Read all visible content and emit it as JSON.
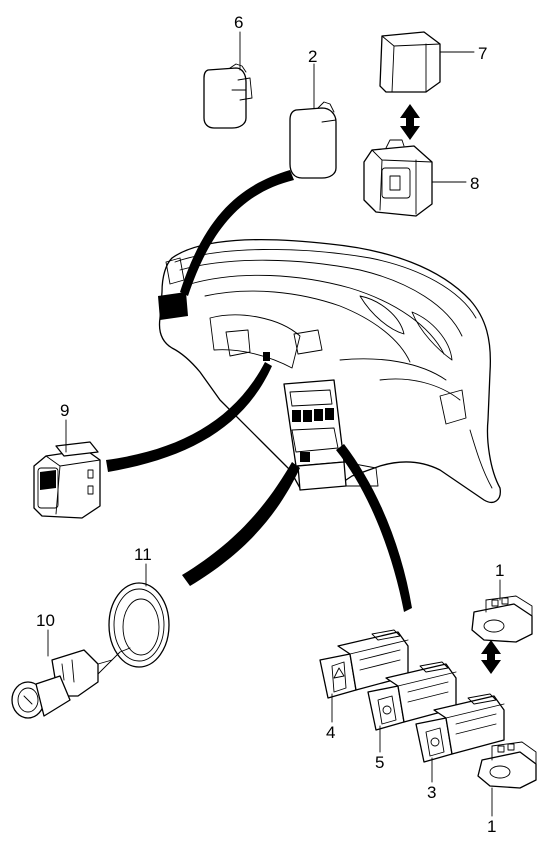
{
  "callouts": [
    {
      "id": "6",
      "label": "6"
    },
    {
      "id": "2",
      "label": "2"
    },
    {
      "id": "7",
      "label": "7"
    },
    {
      "id": "8",
      "label": "8"
    },
    {
      "id": "9",
      "label": "9"
    },
    {
      "id": "11",
      "label": "11"
    },
    {
      "id": "10",
      "label": "10"
    },
    {
      "id": "1-top",
      "label": "1"
    },
    {
      "id": "4",
      "label": "4"
    },
    {
      "id": "5",
      "label": "5"
    },
    {
      "id": "3",
      "label": "3"
    },
    {
      "id": "1-bottom",
      "label": "1"
    }
  ],
  "colors": {
    "line": "#000000",
    "background": "#ffffff"
  }
}
